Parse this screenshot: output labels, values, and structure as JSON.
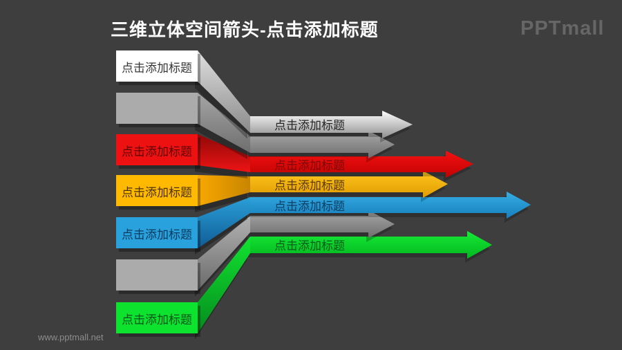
{
  "title": "三维立体空间箭头-点击添加标题",
  "brand": {
    "logo_text": "PPTmall",
    "watermark": "www.pptmall.net"
  },
  "colors": {
    "background": "#3e3e3e",
    "title": "#ffffff",
    "logo": "#6e6e6e",
    "watermark": "#8c8c8c"
  },
  "rows": [
    {
      "name": "silver",
      "box_label": "点击添加标题",
      "arrow_label": "点击添加标题",
      "box_fill": "#ffffff",
      "box_text_color": "#383838",
      "ribbon_top": "#e0e0e0",
      "ribbon_bottom": "#8a8a8a",
      "arrow_top": "#fdfdfd",
      "arrow_bottom": "#8e8e8e",
      "arrow_text_color": "#262626"
    },
    {
      "name": "gray-upper",
      "box_label": "",
      "arrow_label": "",
      "box_fill": "#ababab",
      "box_text_color": "#333333",
      "ribbon_top": "#a6a6a6",
      "ribbon_bottom": "#6e6e6e",
      "arrow_top": "#a9a9a9",
      "arrow_bottom": "#6d6d6d",
      "arrow_text_color": "#333333"
    },
    {
      "name": "red",
      "box_label": "点击添加标题",
      "arrow_label": "点击添加标题",
      "box_fill": "#ee1111",
      "box_text_color": "#5c0404",
      "ribbon_top": "#8f0808",
      "ribbon_bottom": "#ee1414",
      "arrow_top": "#f31111",
      "arrow_bottom": "#c10202",
      "arrow_text_color": "#7c0909"
    },
    {
      "name": "orange",
      "box_label": "点击添加标题",
      "arrow_label": "点击添加标题",
      "box_fill": "#ffba00",
      "box_text_color": "#4d3000",
      "ribbon_top": "#f7a800",
      "ribbon_bottom": "#c98500",
      "arrow_top": "#ffc61f",
      "arrow_bottom": "#e09c00",
      "arrow_text_color": "#5e3b00"
    },
    {
      "name": "blue",
      "box_label": "点击添加标题",
      "arrow_label": "点击添加标题",
      "box_fill": "#29a1dd",
      "box_text_color": "#083a5c",
      "ribbon_top": "#2b9fd8",
      "ribbon_bottom": "#0f5c94",
      "arrow_top": "#35ade5",
      "arrow_bottom": "#177fbc",
      "arrow_text_color": "#0a3e62"
    },
    {
      "name": "gray-lower",
      "box_label": "",
      "arrow_label": "",
      "box_fill": "#ababab",
      "box_text_color": "#333333",
      "ribbon_top": "#b2b2b2",
      "ribbon_bottom": "#6a6a6a",
      "arrow_top": "#a9a9a9",
      "arrow_bottom": "#6d6d6d",
      "arrow_text_color": "#333333"
    },
    {
      "name": "green",
      "box_label": "点击添加标题",
      "arrow_label": "点击添加标题",
      "box_fill": "#0de32f",
      "box_text_color": "#06521a",
      "ribbon_top": "#12e331",
      "ribbon_bottom": "#048b1d",
      "arrow_top": "#17e936",
      "arrow_bottom": "#02b81f",
      "arrow_text_color": "#065c1c"
    }
  ]
}
